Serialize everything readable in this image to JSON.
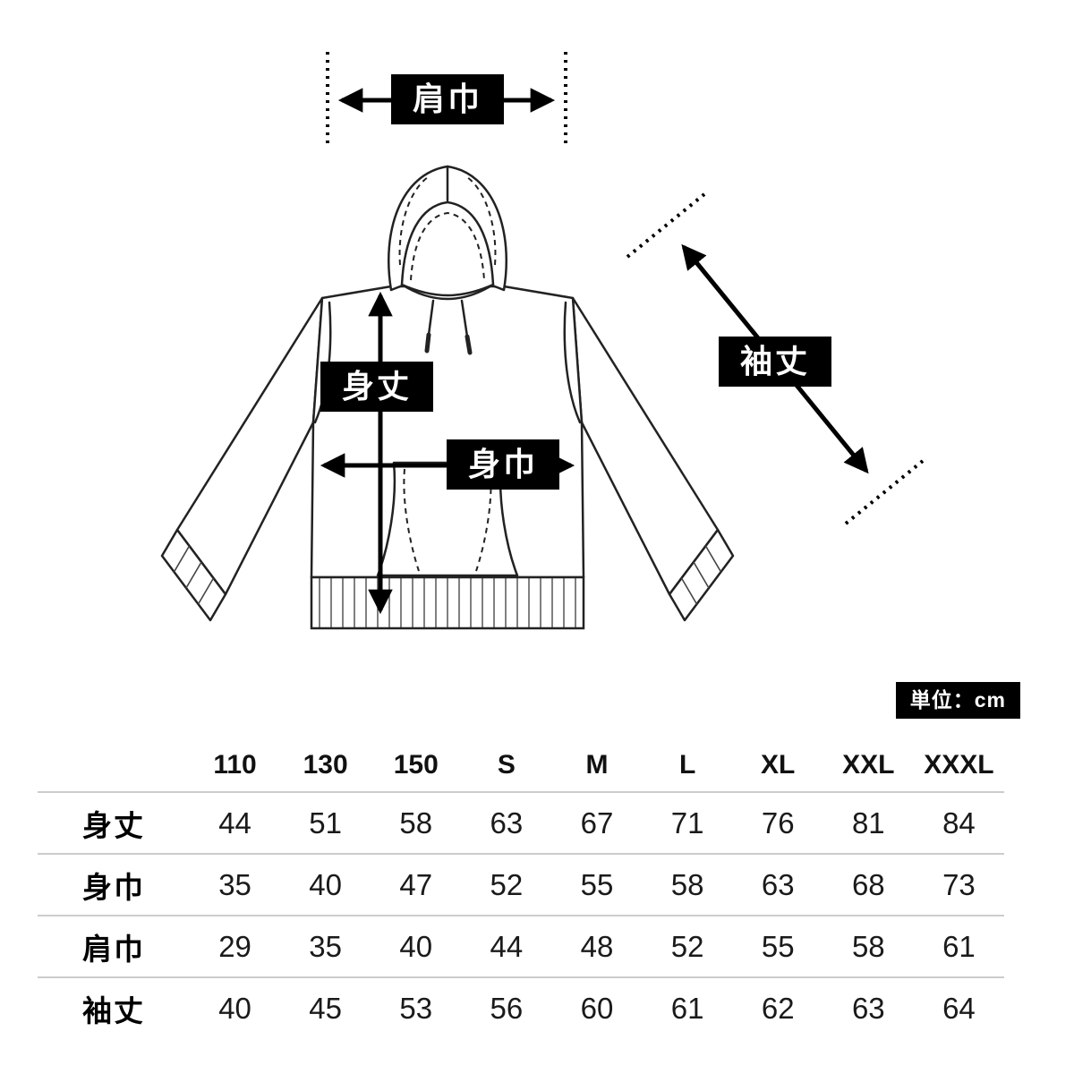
{
  "page": {
    "background": "#ffffff"
  },
  "colors": {
    "label_bg": "#000000",
    "label_text": "#ffffff",
    "line": "#222222",
    "table_divider": "#cccccc"
  },
  "diagram": {
    "labels": {
      "shoulder_width": "肩巾",
      "body_length": "身丈",
      "body_width": "身巾",
      "sleeve_length": "袖丈"
    }
  },
  "unit_badge": "単位：cm",
  "size_table": {
    "columns": [
      "110",
      "130",
      "150",
      "S",
      "M",
      "L",
      "XL",
      "XXL",
      "XXXL"
    ],
    "rows": [
      {
        "label": "身丈",
        "values": [
          44,
          51,
          58,
          63,
          67,
          71,
          76,
          81,
          84
        ]
      },
      {
        "label": "身巾",
        "values": [
          35,
          40,
          47,
          52,
          55,
          58,
          63,
          68,
          73
        ]
      },
      {
        "label": "肩巾",
        "values": [
          29,
          35,
          40,
          44,
          48,
          52,
          55,
          58,
          61
        ]
      },
      {
        "label": "袖丈",
        "values": [
          40,
          45,
          53,
          56,
          60,
          61,
          62,
          63,
          64
        ]
      }
    ]
  }
}
